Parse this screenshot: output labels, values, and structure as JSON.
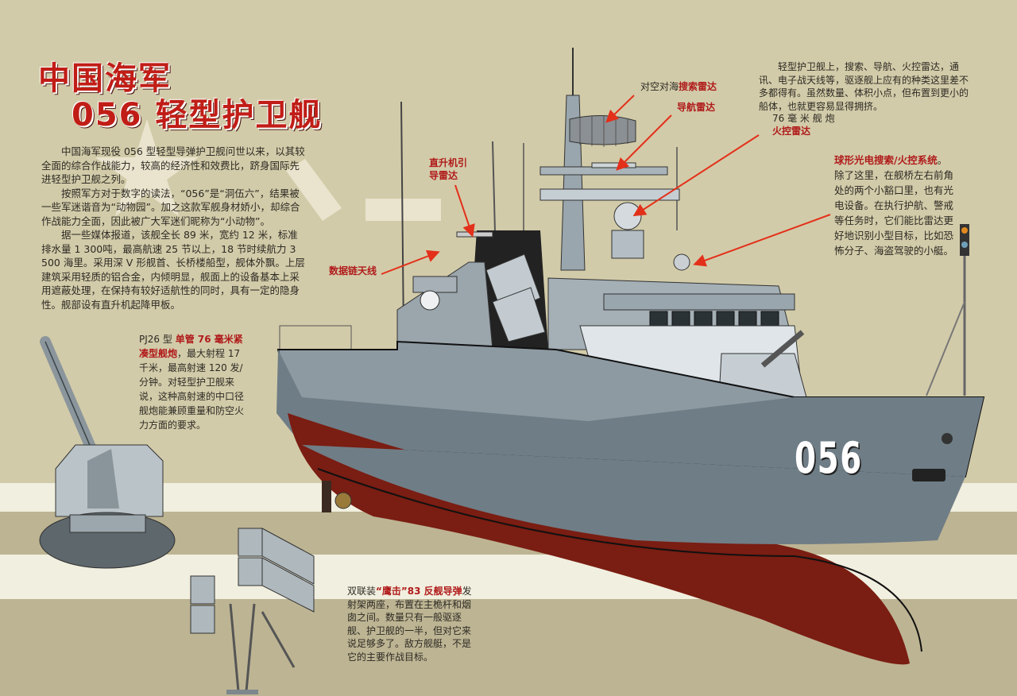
{
  "title": {
    "line1": "中国海军",
    "line2": "056 轻型护卫舰"
  },
  "intro": {
    "paragraphs": [
      "中国海军现役 056 型轻型导弹护卫舰问世以来，以其较全面的综合作战能力，较高的经济性和效费比，跻身国际先进轻型护卫舰之列。",
      "按照军方对于数字的读法，“056”是“洞伍六”，结果被一些军迷谐音为“动物园”。加之这款军舰身材娇小，却综合作战能力全面，因此被广大军迷们昵称为“小动物”。",
      "据一些媒体报道，该舰全长 89 米，宽约 12 米，标准排水量 1 300吨，最高航速 25 节以上，18 节时续航力 3 500 海里。采用深 V 形舰首、长桥楼船型，舰体外飘。上层建筑采用轻质的铝合金，内倾明显，舰面上的设备基本上采用遮蔽处理，在保持有较好适航性的同时，具有一定的隐身性。舰部设有直升机起降甲板。"
    ]
  },
  "gun_caption": {
    "prefix": "PJ26 型 ",
    "highlight": "单管 76 毫米紧凑型舰炮",
    "body": "，最大射程 17 千米，最高射速 120 发/分钟。对轻型护卫舰来说，这种高射速的中口径舰炮能兼顾重量和防空火力方面的要求。"
  },
  "missile_caption": {
    "prefix": "双联装",
    "highlight": "“鹰击”83 反舰导弹",
    "body": "发射架两座，布置在主桅杆和烟囱之间。数量只有一般驱逐舰、护卫舰的一半，但对它来说足够多了。敌方舰艇，不是它的主要作战目标。"
  },
  "sensors_caption": {
    "text": "轻型护卫舰上，搜索、导航、火控雷达，通讯、电子战天线等，驱逐舰上应有的种类这里差不多都得有。虽然数量、体积小点，但布置到更小的船体，也就更容易显得拥挤。"
  },
  "eo_caption": {
    "highlight": "球形光电搜索/火控系统",
    "body": "。除了这里，在舰桥左右前角处的两个小豁口里，也有光电设备。在执行护航、警戒等任务时，它们能比雷达更好地识别小型目标，比如恐怖分子、海盗驾驶的小艇。"
  },
  "callouts": {
    "search_radar_prefix": "对空对海",
    "search_radar": "搜索雷达",
    "nav_radar": "导航雷达",
    "fc_radar_prefix": "76 毫 米 舰 炮",
    "fc_radar": "火控雷达",
    "heli_radar_l1": "直升机引",
    "heli_radar_l2": "导雷达",
    "datalink": "数据链天线"
  },
  "ship": {
    "hull_number": "056",
    "colors": {
      "hull_gray": "#6f7d86",
      "superstructure": "#a8b4bb",
      "light_panel": "#dfe5e8",
      "antifouling_red": "#7a1d12",
      "background": "#d2cba9",
      "title_red": "#c11d17",
      "arrow_red": "#e3301a"
    }
  }
}
